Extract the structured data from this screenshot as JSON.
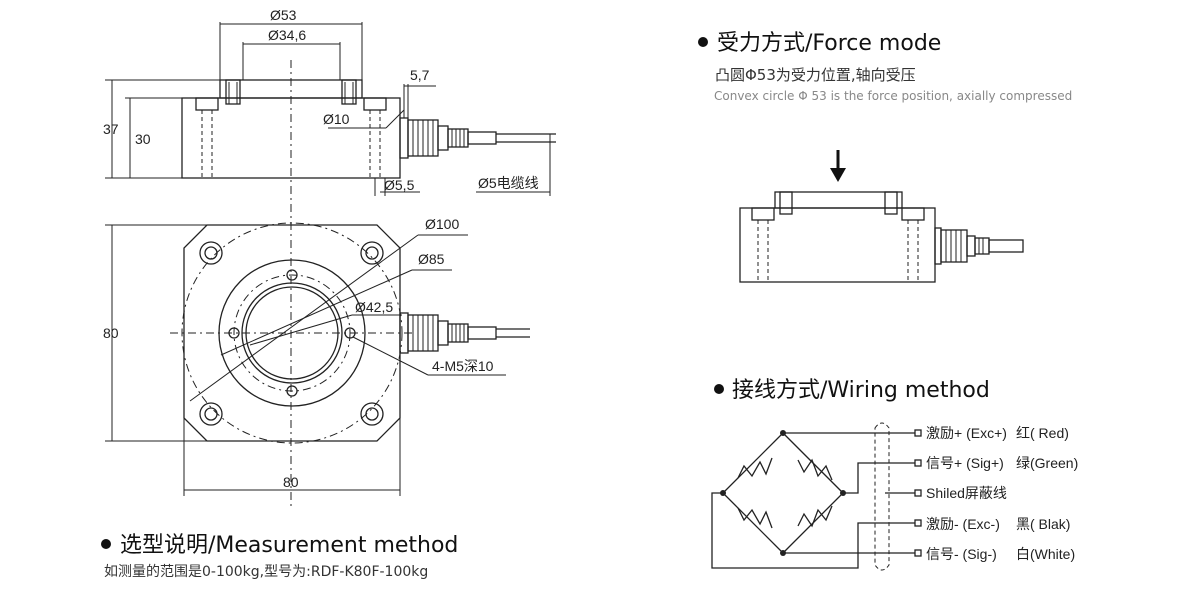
{
  "drawing": {
    "dims": {
      "d53": "Ø53",
      "d346": "Ø34,6",
      "d57": "5,7",
      "h37": "37",
      "h30": "30",
      "d10": "Ø10",
      "d55": "Ø5,5",
      "cable": "Ø5电缆线",
      "d100": "Ø100",
      "d85": "Ø85",
      "d425": "Ø42,5",
      "m5": "4-M5深10",
      "side80": "80",
      "bottom80": "80"
    }
  },
  "measurement": {
    "title": "选型说明/Measurement method",
    "desc": "如测量的范围是0-100kg,型号为:RDF-K80F-100kg"
  },
  "force": {
    "title": "受力方式/Force mode",
    "desc_cn": "凸圆Φ53为受力位置,轴向受压",
    "desc_en": "Convex circle Φ 53 is the force position, axially compressed"
  },
  "wiring": {
    "title": "接线方式/Wiring method",
    "wires": [
      {
        "label": "激励+ (Exc+)",
        "color": "红( Red)"
      },
      {
        "label": "信号+ (Sig+)",
        "color": "绿(Green)"
      },
      {
        "label": "Shiled屏蔽线",
        "color": ""
      },
      {
        "label": "激励- (Exc-)",
        "color": "黑( Blak)"
      },
      {
        "label": "信号- (Sig-)",
        "color": "白(White)"
      }
    ]
  }
}
